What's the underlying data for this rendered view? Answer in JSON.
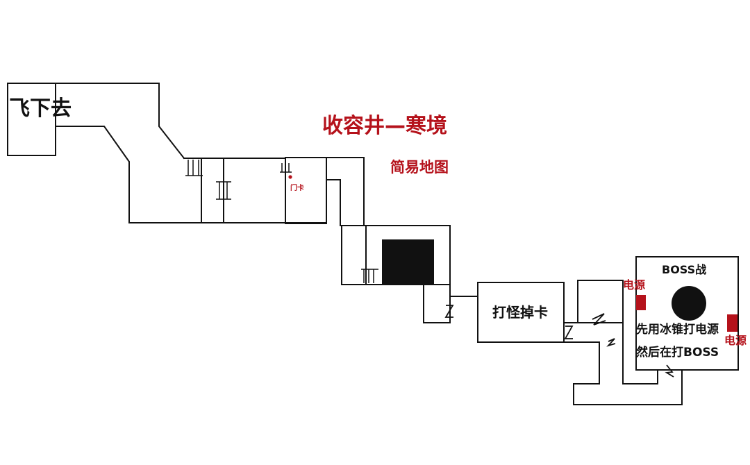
{
  "title": "收容井—寒境",
  "subtitle": "简易地图",
  "labels": {
    "fly_down": "飞下去",
    "keycard": "门卡",
    "monster_drop": "打怪掉卡",
    "boss_fight": "BOSS战",
    "power_left": "电源",
    "power_right": "电源",
    "instruction_1": "先用冰锥打电源",
    "instruction_2": "然后在打BOSS"
  },
  "colors": {
    "accent": "#b5121b",
    "walls": "#111111"
  }
}
